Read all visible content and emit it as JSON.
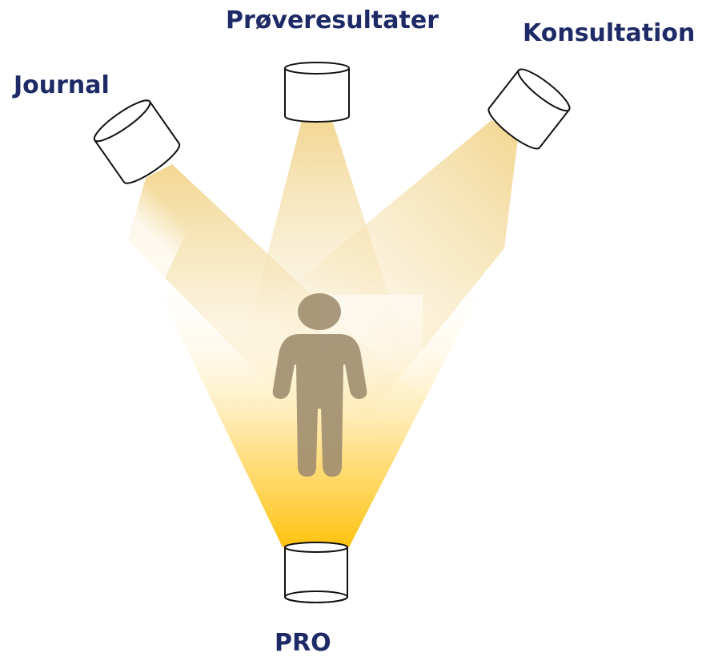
{
  "labels": {
    "journal": "Journal",
    "proveresultater": "Prøveresultater",
    "konsultation": "Konsultation",
    "pro": "PRO"
  },
  "icons": {
    "spotlight": "cylinder-spotlight-icon",
    "person": "person-icon"
  },
  "colors": {
    "label_text": "#1e2a66",
    "beam_warm": "#ffc20e",
    "beam_light": "#f3d89a",
    "person": "#a08d6f",
    "lamp_outline": "#111111"
  }
}
